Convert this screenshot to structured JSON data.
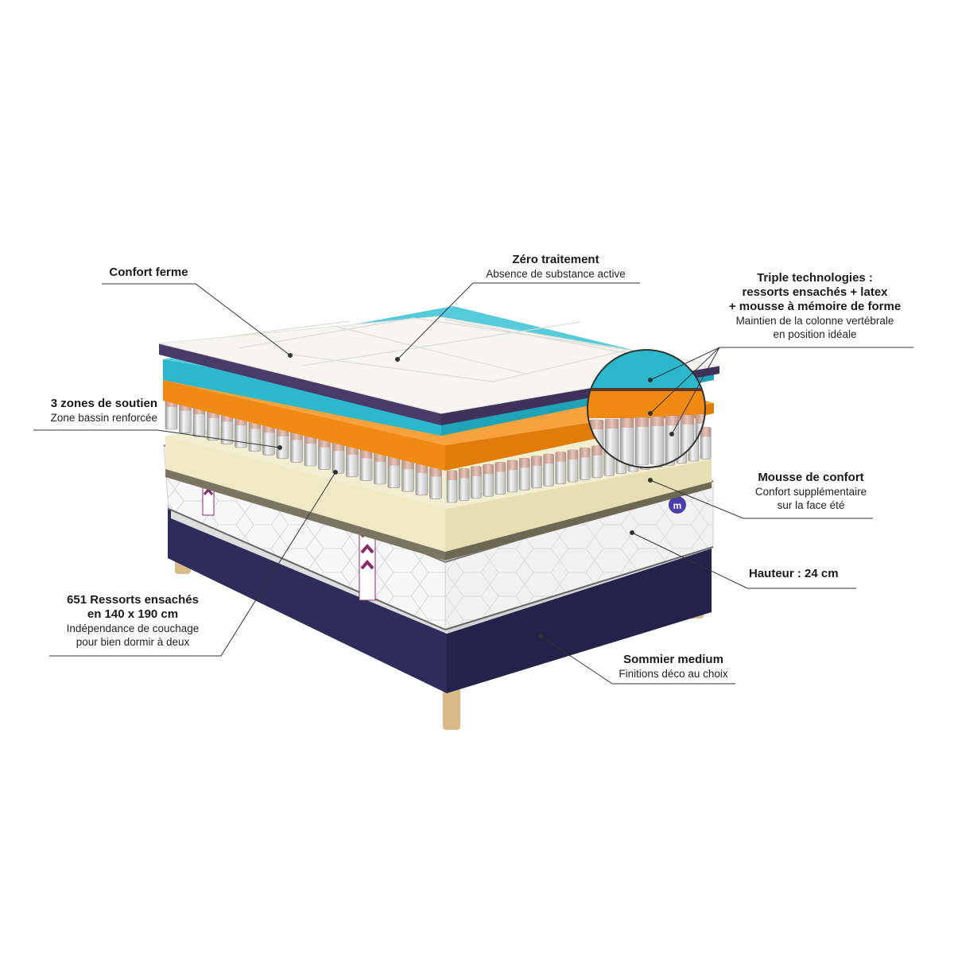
{
  "annotations": {
    "confort_ferme": {
      "title": "Confort ferme"
    },
    "zero_traitement": {
      "title": "Zéro traitement",
      "sub": "Absence de substance active"
    },
    "triple_tech": {
      "title_1": "Triple technologies :",
      "title_2": "ressorts ensachés + latex",
      "title_3": "+ mousse à mémoire de forme",
      "sub_1": "Maintien de la colonne vertébrale",
      "sub_2": "en position idéale"
    },
    "zones": {
      "title": "3 zones de soutien",
      "sub": "Zone bassin renforcée"
    },
    "mousse": {
      "title": "Mousse de confort",
      "sub_1": "Confort supplémentaire",
      "sub_2": "sur la face été"
    },
    "hauteur": {
      "title": "Hauteur : 24 cm"
    },
    "ressorts": {
      "title_1": "651 Ressorts ensachés",
      "title_2": "en 140 x 190 cm",
      "sub_1": "Indépendance de couchage",
      "sub_2": "pour bien dormir à deux"
    },
    "sommier": {
      "title": "Sommier medium",
      "sub": "Finitions déco au choix"
    }
  },
  "colors": {
    "base_navy": "#2f2c5c",
    "base_navy_dark": "#24214a",
    "teal_layer": "#2bb7cc",
    "orange_layer": "#f08a12",
    "cream_layer": "#efe9c4",
    "topper_white": "#f6f5f0",
    "wood": "#d9bb8a",
    "brand_purple": "#8a2a6a",
    "logo_blue": "#4a3ea8"
  },
  "icons": [
    "brand-tag-icon",
    "brand-logo-icon"
  ]
}
